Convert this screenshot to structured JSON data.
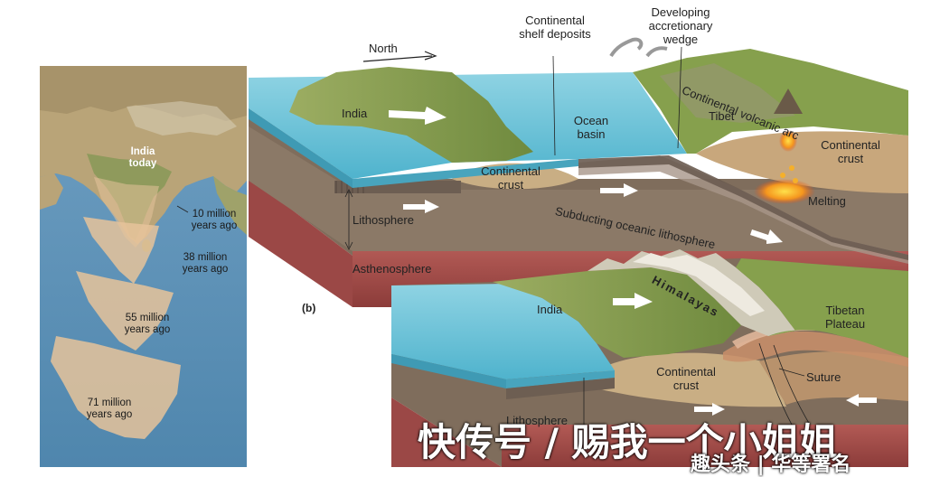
{
  "map": {
    "today": "India today",
    "ago10": "10 million years ago",
    "ago38": "38 million years ago",
    "ago55": "55 million years ago",
    "ago71": "71 million years ago"
  },
  "top": {
    "north": "North",
    "shelf": "Continental shelf deposits",
    "wedge": "Developing accretionary wedge",
    "arc": "Continental volcanic arc",
    "india": "India",
    "ocean": "Ocean basin",
    "tibet": "Tibet",
    "crust_left": "Continental crust",
    "crust_right": "Continental crust",
    "melting": "Melting",
    "lithosphere": "Lithosphere",
    "subducting": "Subducting oceanic lithosphere",
    "asthenosphere": "Asthenosphere",
    "panel": "(b)"
  },
  "bottom": {
    "india": "India",
    "himalayas": "Himalayas",
    "plateau": "Tibetan Plateau",
    "crust": "Continental crust",
    "suture": "Suture",
    "lithosphere": "Lithosphere"
  },
  "watermark": {
    "line1": "快传号 / 赐我一个小姐姐",
    "line2": "趣头条 | 华等署名"
  },
  "colors": {
    "ocean": "#6ec6da",
    "land": "#8fa45a",
    "crust": "#c9ae84",
    "lithosphere": "#8d7a68",
    "asthenosphere": "#a6504e",
    "map_sea": "#5e93b8",
    "map_plate": "#e6c39a"
  }
}
